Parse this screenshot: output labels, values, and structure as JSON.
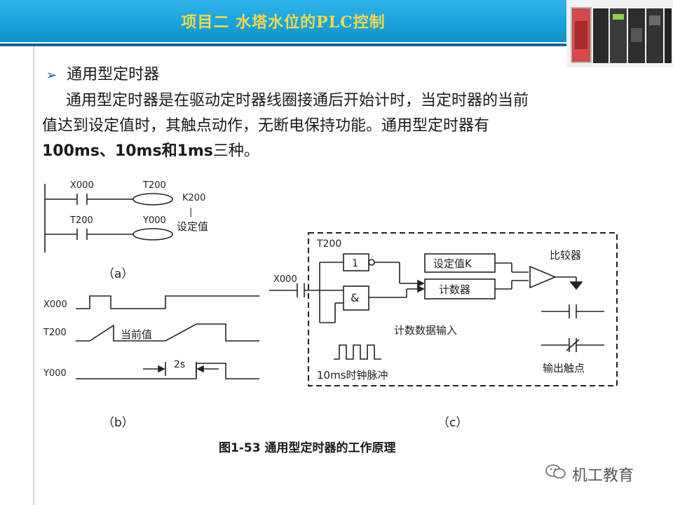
{
  "header": {
    "title": "项目二   水塔水位的PLC控制"
  },
  "bullet": {
    "text": "通用型定时器"
  },
  "paragraph": {
    "line1": "通用型定时器是在驱动定时器线圈接通后开始计时，当定时器的当前",
    "line2": "值达到设定值时，其触点动作，无断电保持功能。通用型定时器有",
    "line3_a": "100ms、10ms和1ms",
    "line3_b": "三种。"
  },
  "diagram_a": {
    "x000": "X000",
    "t200_coil": "T200",
    "k200": "K200",
    "dash": "|",
    "setvalue": "设定值",
    "t200_contact": "T200",
    "y000": "Y000",
    "label": "（a）"
  },
  "diagram_b": {
    "x000": "X000",
    "t200": "T200",
    "y000": "Y000",
    "current_value": "当前值",
    "delay": "2s",
    "label": "（b）"
  },
  "diagram_c": {
    "t200": "T200",
    "x000": "X000",
    "not_gate": "1",
    "and_gate": "&",
    "setvalue_k": "设定值K",
    "counter": "计数器",
    "comparator": "比较器",
    "count_data_input": "计数数据输入",
    "clock_pulse": "10ms时钟脉冲",
    "output_contacts": "输出触点",
    "label": "（c）"
  },
  "caption": "图1-53    通用型定时器的工作原理",
  "watermark": "机工教育"
}
